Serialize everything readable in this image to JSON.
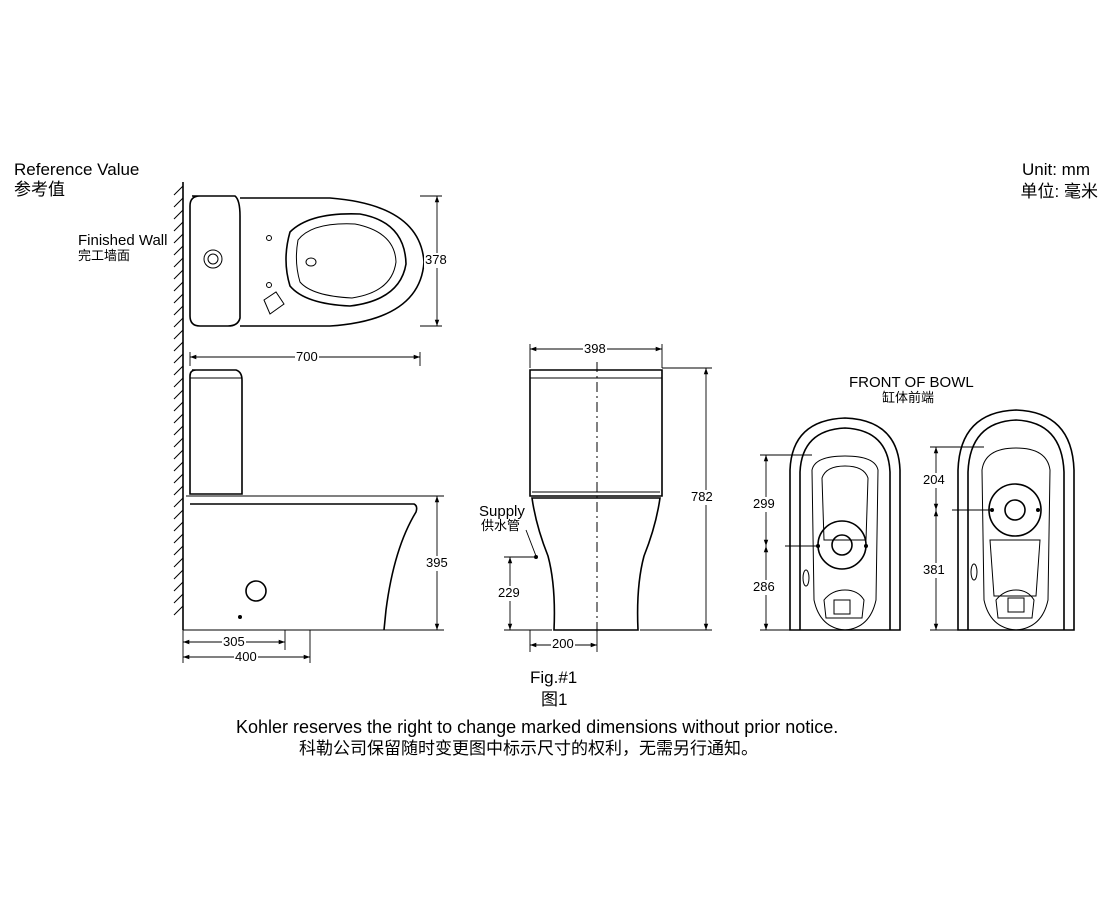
{
  "header": {
    "reference_en": "Reference Value",
    "reference_cn": "参考值",
    "unit_en": "Unit: mm",
    "unit_cn": "单位: 毫米"
  },
  "labels": {
    "finished_wall_en": "Finished Wall",
    "finished_wall_cn": "完工墙面",
    "supply_en": "Supply",
    "supply_cn": "供水管",
    "front_bowl_en": "FRONT OF BOWL",
    "front_bowl_cn": "缸体前端"
  },
  "dimensions": {
    "top_depth": "378",
    "side_length": "700",
    "side_height": "395",
    "rough_in": "305",
    "base_length": "400",
    "front_width": "398",
    "total_height": "782",
    "supply_height": "229",
    "supply_offset": "200",
    "bowl1_upper": "299",
    "bowl1_lower": "286",
    "bowl2_upper": "204",
    "bowl2_lower": "381"
  },
  "caption": {
    "fig_en": "Fig.#1",
    "fig_cn": "图1",
    "notice_en": "Kohler reserves the right to change marked dimensions without prior notice.",
    "notice_cn": "科勒公司保留随时变更图中标示尺寸的权利，无需另行通知。"
  },
  "colors": {
    "line": "#000000",
    "background": "#ffffff"
  }
}
